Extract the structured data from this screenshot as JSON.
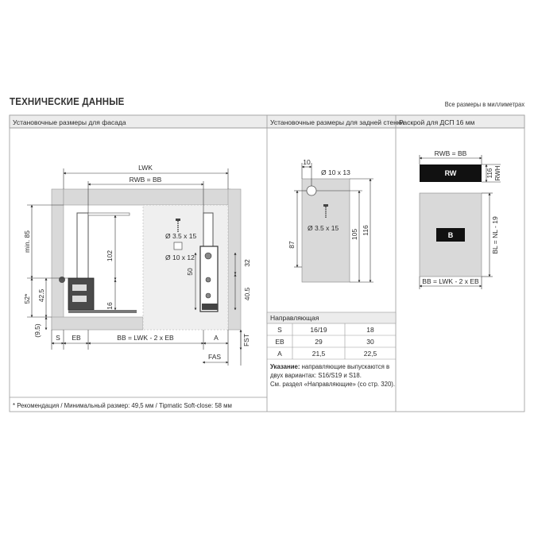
{
  "header": {
    "title": "ТЕХНИЧЕСКИЕ ДАННЫЕ",
    "units_note": "Все размеры в миллиметрах"
  },
  "panels": {
    "front": {
      "title": "Установочные размеры для фасада"
    },
    "back": {
      "title": "Установочные размеры для задней стенки"
    },
    "cut": {
      "title": "Раскрой для ДСП 16 мм"
    }
  },
  "front_dims": {
    "lwk": "LWK",
    "rwb_bb": "RWB = BB",
    "screw": "Ø 3.5 x 15",
    "dowel": "Ø 10 x 12",
    "d102": "102",
    "d16": "16",
    "d50": "50",
    "d32": "32",
    "d40_5": "40.5",
    "min85": "min. 85",
    "d42_5": "42.5",
    "d52": "52*",
    "d9_5": "(9.5)",
    "s": "S",
    "eb": "EB",
    "bb_formula": "BB = LWK - 2 x EB",
    "a": "A",
    "fst": "FST",
    "fas": "FAS"
  },
  "back_dims": {
    "d10": "10",
    "hole": "Ø 10 x 13",
    "screw": "Ø 3.5 x 15",
    "d87": "87",
    "d105": "105",
    "d116": "116"
  },
  "cut_dims": {
    "rwb_bb": "RWB = BB",
    "rw": "RW",
    "d116": "116",
    "rwh": "RWH",
    "b": "B",
    "bl": "BL = NL - 19",
    "bb_formula": "BB = LWK - 2 x EB"
  },
  "guide_table": {
    "title": "Направляющая",
    "header": [
      "S",
      "16/19",
      "18"
    ],
    "rows": [
      [
        "EB",
        "29",
        "30"
      ],
      [
        "A",
        "21,5",
        "22,5"
      ]
    ]
  },
  "notes": {
    "lead": "Указание:",
    "text1": " направляющие выпускаются в",
    "text2": "двух вариантах: S16/S19 и S18.",
    "text3": "См. раздел «Направляющие» (со стр. 320)."
  },
  "footnote": "* Рекомендация / Минимальный размер: 49,5 мм / Tipmatic Soft-close: 58 мм",
  "colors": {
    "panel_fill": "#d9d9d9",
    "dark_part": "#3a3a3a",
    "black_label": "#111111",
    "border": "#8a8a8a"
  }
}
